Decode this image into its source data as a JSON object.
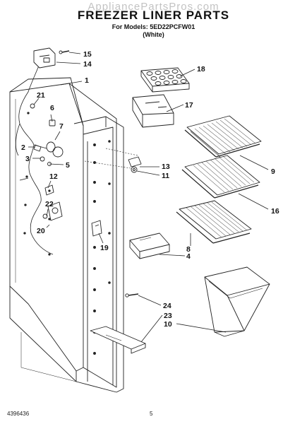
{
  "header": {
    "title": "FREEZER LINER PARTS",
    "model_line": "For Models: 5ED22PCFW01",
    "color_line": "(White)",
    "watermark": "AppliancePartsPros.com"
  },
  "footer": {
    "doc_number": "4396436",
    "page_number": "5"
  },
  "callouts": [
    {
      "id": "15",
      "label": "15"
    },
    {
      "id": "14",
      "label": "14"
    },
    {
      "id": "1",
      "label": "1"
    },
    {
      "id": "21",
      "label": "21"
    },
    {
      "id": "6",
      "label": "6"
    },
    {
      "id": "7",
      "label": "7"
    },
    {
      "id": "2",
      "label": "2"
    },
    {
      "id": "3",
      "label": "3"
    },
    {
      "id": "5",
      "label": "5"
    },
    {
      "id": "12",
      "label": "12"
    },
    {
      "id": "22",
      "label": "22"
    },
    {
      "id": "20",
      "label": "20"
    },
    {
      "id": "18",
      "label": "18"
    },
    {
      "id": "17",
      "label": "17"
    },
    {
      "id": "13",
      "label": "13"
    },
    {
      "id": "11",
      "label": "11"
    },
    {
      "id": "9",
      "label": "9"
    },
    {
      "id": "16",
      "label": "16"
    },
    {
      "id": "19",
      "label": "19"
    },
    {
      "id": "8",
      "label": "8"
    },
    {
      "id": "4",
      "label": "4"
    },
    {
      "id": "24",
      "label": "24"
    },
    {
      "id": "23",
      "label": "23"
    },
    {
      "id": "10",
      "label": "10"
    }
  ]
}
